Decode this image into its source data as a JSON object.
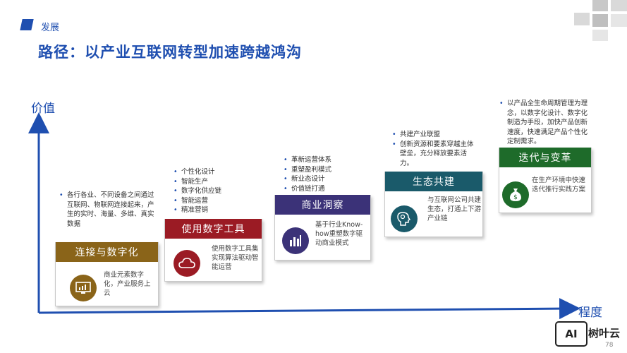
{
  "section": "发展",
  "title": "路径：以产业互联网转型加速跨越鸿沟",
  "axes": {
    "y_label": "价值",
    "x_label": "程度"
  },
  "stages": [
    {
      "title": "连接与数字化",
      "color": "#8a6419",
      "bullets_plain": "各行各业、不同设备之间通过互联网、物联网连接起来，产生的实时、海量、多维、真实数据",
      "desc": "商业元素数字化，产业服务上云",
      "icon": "monitor-chart-icon"
    },
    {
      "title": "使用数字工具",
      "color": "#9b1b24",
      "bullets": [
        "个性化设计",
        "智能生产",
        "数字化供应链",
        "智能运营",
        "精准营销"
      ],
      "desc": "使用数字工具集实现算法驱动智能运营",
      "icon": "cloud-icon"
    },
    {
      "title": "商业洞察",
      "color": "#3b3278",
      "bullets": [
        "革新运营体系",
        "重塑盈利模式",
        "新业态设计",
        "价值链打通"
      ],
      "desc": "基于行业Know-how重塑数字驱动商业模式",
      "icon": "bar-chart-icon"
    },
    {
      "title": "生态共建",
      "color": "#1a5a6a",
      "bullets": [
        "共建产业联盟",
        "创新资源和要素穿越主体壁垒，充分释放要素活力。"
      ],
      "desc": "与互联网公司共建生态，打通上下游产业链",
      "icon": "brain-head-icon"
    },
    {
      "title": "迭代与变革",
      "color": "#1e6b2a",
      "bullets": [
        "以产品全生命周期管理为理念，以数字化设计、数字化制造为手段，加快产品创新速度，快速满足产品个性化定制需求。"
      ],
      "desc": "在生产环境中快速迭代推行实践方案",
      "icon": "money-bag-icon"
    }
  ],
  "brand": {
    "logo_mark": "AI",
    "name": "树叶云"
  },
  "page_number": "78"
}
